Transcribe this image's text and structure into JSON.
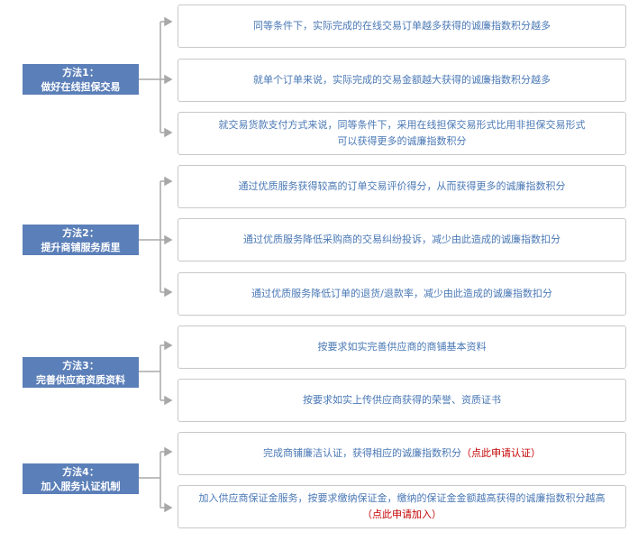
{
  "methods": [
    {
      "title": "方法1：",
      "subtitle": "做好在线担保交易",
      "items": [
        {
          "text": "同等条件下，实际完成的在线交易订单越多获得的诚廉指数积分越多"
        },
        {
          "text": "就单个订单来说，实际完成的交易金额越大获得的诚廉指数积分越多"
        },
        {
          "text": "就交易货款支付方式来说，同等条件下，采用在线担保交易形式比用非担保交易形式",
          "text2": "可以获得更多的诚廉指数积分"
        }
      ]
    },
    {
      "title": "方法2：",
      "subtitle": "提升商铺服务质里",
      "items": [
        {
          "text": "通过优质服务获得较高的订单交易评价得分，从而获得更多的诚廉指数积分"
        },
        {
          "text": "通过优质服务降低采购商的交易纠纷投诉，减少由此造成的诚廉指数扣分"
        },
        {
          "text": "通过优质服务降低订单的退货/退款率，减少由此造成的诚廉指数扣分"
        }
      ]
    },
    {
      "title": "方法3：",
      "subtitle": "完善供应商资质资料",
      "items": [
        {
          "text": "按要求如实完善供应商的商铺基本资料"
        },
        {
          "text": "按要求如实上传供应商获得的荣誉、资质证书"
        }
      ]
    },
    {
      "title": "方法4：",
      "subtitle": "加入服务认证机制",
      "items": [
        {
          "text": "完成商铺廉洁认证，获得相应的诚廉指数积分",
          "link": "（点此申请认证）"
        },
        {
          "text": "加入供应商保证金服务，按要求缴纳保证金，缴纳的保证金金额越高获得的诚廉指数积分越高",
          "link": "（点此申请加入）"
        }
      ]
    }
  ]
}
